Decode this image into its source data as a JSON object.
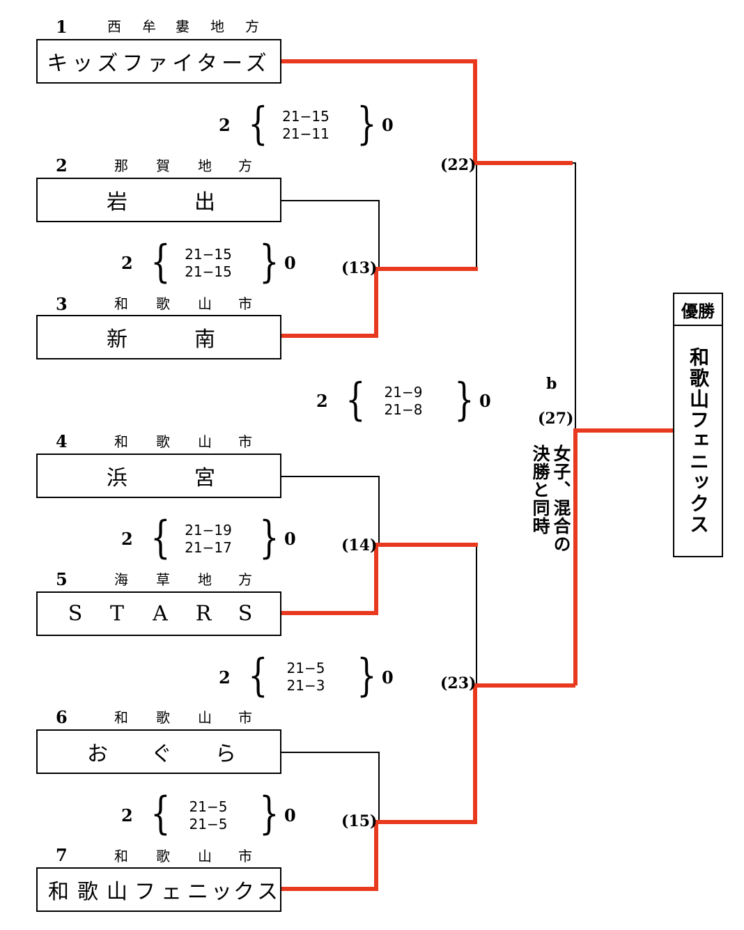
{
  "teams": [
    {
      "seed": "1",
      "region": [
        "西",
        "牟",
        "婁",
        "地",
        "方"
      ],
      "name": [
        "キッズファイターズ"
      ]
    },
    {
      "seed": "2",
      "region": [
        "那",
        "賀",
        "地",
        "方"
      ],
      "name": [
        "岩",
        "出"
      ]
    },
    {
      "seed": "3",
      "region": [
        "和",
        "歌",
        "山",
        "市"
      ],
      "name": [
        "新",
        "南"
      ]
    },
    {
      "seed": "4",
      "region": [
        "和",
        "歌",
        "山",
        "市"
      ],
      "name": [
        "浜",
        "宮"
      ]
    },
    {
      "seed": "5",
      "region": [
        "海",
        "草",
        "地",
        "方"
      ],
      "name": [
        "S",
        "T",
        "A",
        "R",
        "S"
      ]
    },
    {
      "seed": "6",
      "region": [
        "和",
        "歌",
        "山",
        "市"
      ],
      "name": [
        "お",
        "ぐ",
        "ら"
      ]
    },
    {
      "seed": "7",
      "region": [
        "和",
        "歌",
        "山",
        "市"
      ],
      "name": [
        "和",
        "歌",
        "山",
        "フ",
        "ェ",
        "ニ",
        "ッ",
        "ク",
        "ス"
      ]
    }
  ],
  "matches": [
    {
      "number": "(13)",
      "left_score": "2",
      "right_score": "0",
      "games": [
        "21−15",
        "21−15"
      ]
    },
    {
      "number": "(14)",
      "left_score": "2",
      "right_score": "0",
      "games": [
        "21−19",
        "21−17"
      ]
    },
    {
      "number": "(15)",
      "left_score": "2",
      "right_score": "0",
      "games": [
        "21−5",
        "21−5"
      ]
    },
    {
      "number": "(22)",
      "left_score": "2",
      "right_score": "0",
      "games": [
        "21−15",
        "21−11"
      ]
    },
    {
      "number": "(23)",
      "left_score": "2",
      "right_score": "0",
      "games": [
        "21−5",
        "21−3"
      ]
    },
    {
      "number": "(27)",
      "left_score": "2",
      "right_score": "0",
      "games": [
        "21−9",
        "21−8"
      ],
      "court": "b"
    }
  ],
  "final_note": "女子、混合の決勝と同時",
  "winner": {
    "header": "優勝",
    "name": "和歌山フェニックス"
  },
  "colors": {
    "win_line": "#e8391f",
    "line": "#000000"
  }
}
